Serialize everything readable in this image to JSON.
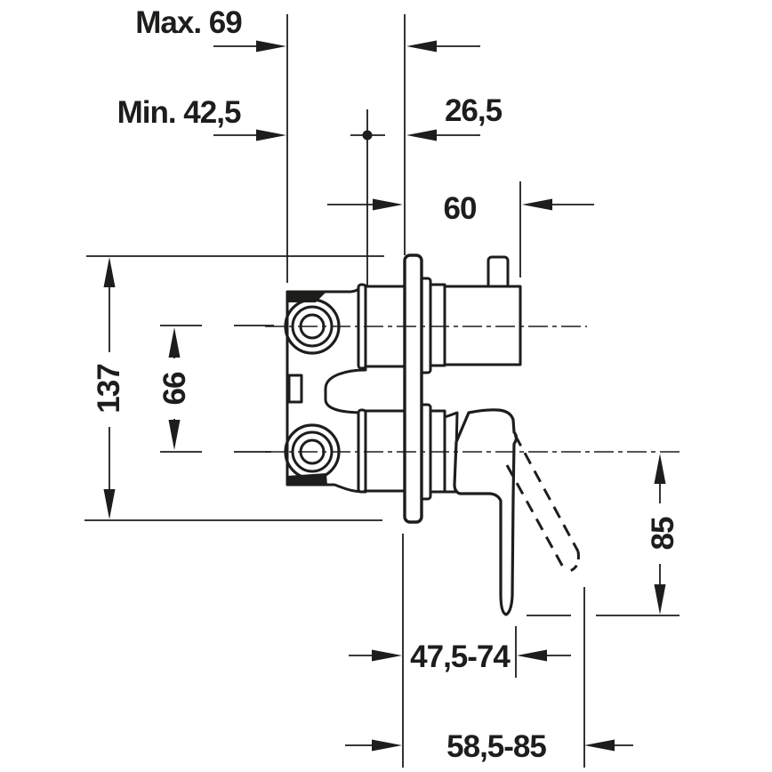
{
  "drawing": {
    "title": "concealed-mixer-installation-dimensions",
    "background_color": "#ffffff",
    "line_color": "#1d1d1b",
    "dimensions": {
      "max_depth": "Max. 69",
      "min_depth": "Min. 42,5",
      "adjustment_range": "26,5",
      "cartridge_length": "60",
      "plate_height": "137",
      "port_spacing": "66",
      "lever_drop": "85",
      "projection_closed": "47,5-74",
      "projection_open": "58,5-85"
    }
  }
}
